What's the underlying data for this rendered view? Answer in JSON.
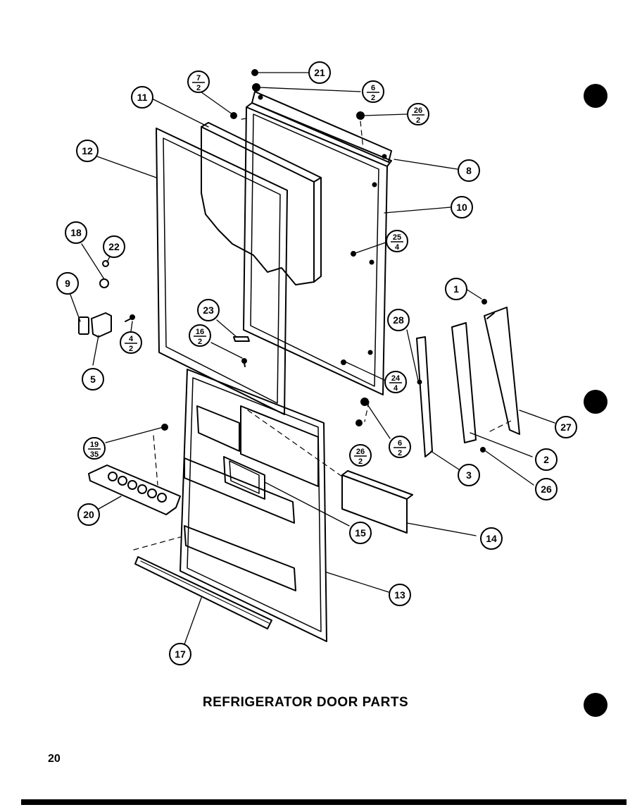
{
  "title": "REFRIGERATOR DOOR PARTS",
  "page_number": "20",
  "callouts": [
    {
      "id": "c21",
      "label": "21"
    },
    {
      "id": "c6a",
      "num": "6",
      "den": "2"
    },
    {
      "id": "c26a",
      "num": "26",
      "den": "2"
    },
    {
      "id": "c7",
      "num": "7",
      "den": "2"
    },
    {
      "id": "c11",
      "label": "11"
    },
    {
      "id": "c12",
      "label": "12"
    },
    {
      "id": "c8",
      "label": "8"
    },
    {
      "id": "c10",
      "label": "10"
    },
    {
      "id": "c25",
      "num": "25",
      "den": "4"
    },
    {
      "id": "c18",
      "label": "18"
    },
    {
      "id": "c22",
      "label": "22"
    },
    {
      "id": "c9",
      "label": "9"
    },
    {
      "id": "c4",
      "num": "4",
      "den": "2"
    },
    {
      "id": "c5",
      "label": "5"
    },
    {
      "id": "c23",
      "label": "23"
    },
    {
      "id": "c16",
      "num": "16",
      "den": "2"
    },
    {
      "id": "c1",
      "label": "1"
    },
    {
      "id": "c28",
      "label": "28"
    },
    {
      "id": "c24",
      "num": "24",
      "den": "4"
    },
    {
      "id": "c27",
      "label": "27"
    },
    {
      "id": "c6b",
      "num": "6",
      "den": "2"
    },
    {
      "id": "c26b",
      "num": "26",
      "den": "2"
    },
    {
      "id": "c2",
      "label": "2"
    },
    {
      "id": "c3",
      "label": "3"
    },
    {
      "id": "c26c",
      "label": "26"
    },
    {
      "id": "c19",
      "num": "19",
      "den": "35"
    },
    {
      "id": "c20",
      "label": "20"
    },
    {
      "id": "c15",
      "label": "15"
    },
    {
      "id": "c14",
      "label": "14"
    },
    {
      "id": "c13",
      "label": "13"
    },
    {
      "id": "c17",
      "label": "17"
    }
  ],
  "registration_marks": [
    "dot",
    "dot",
    "dot"
  ]
}
